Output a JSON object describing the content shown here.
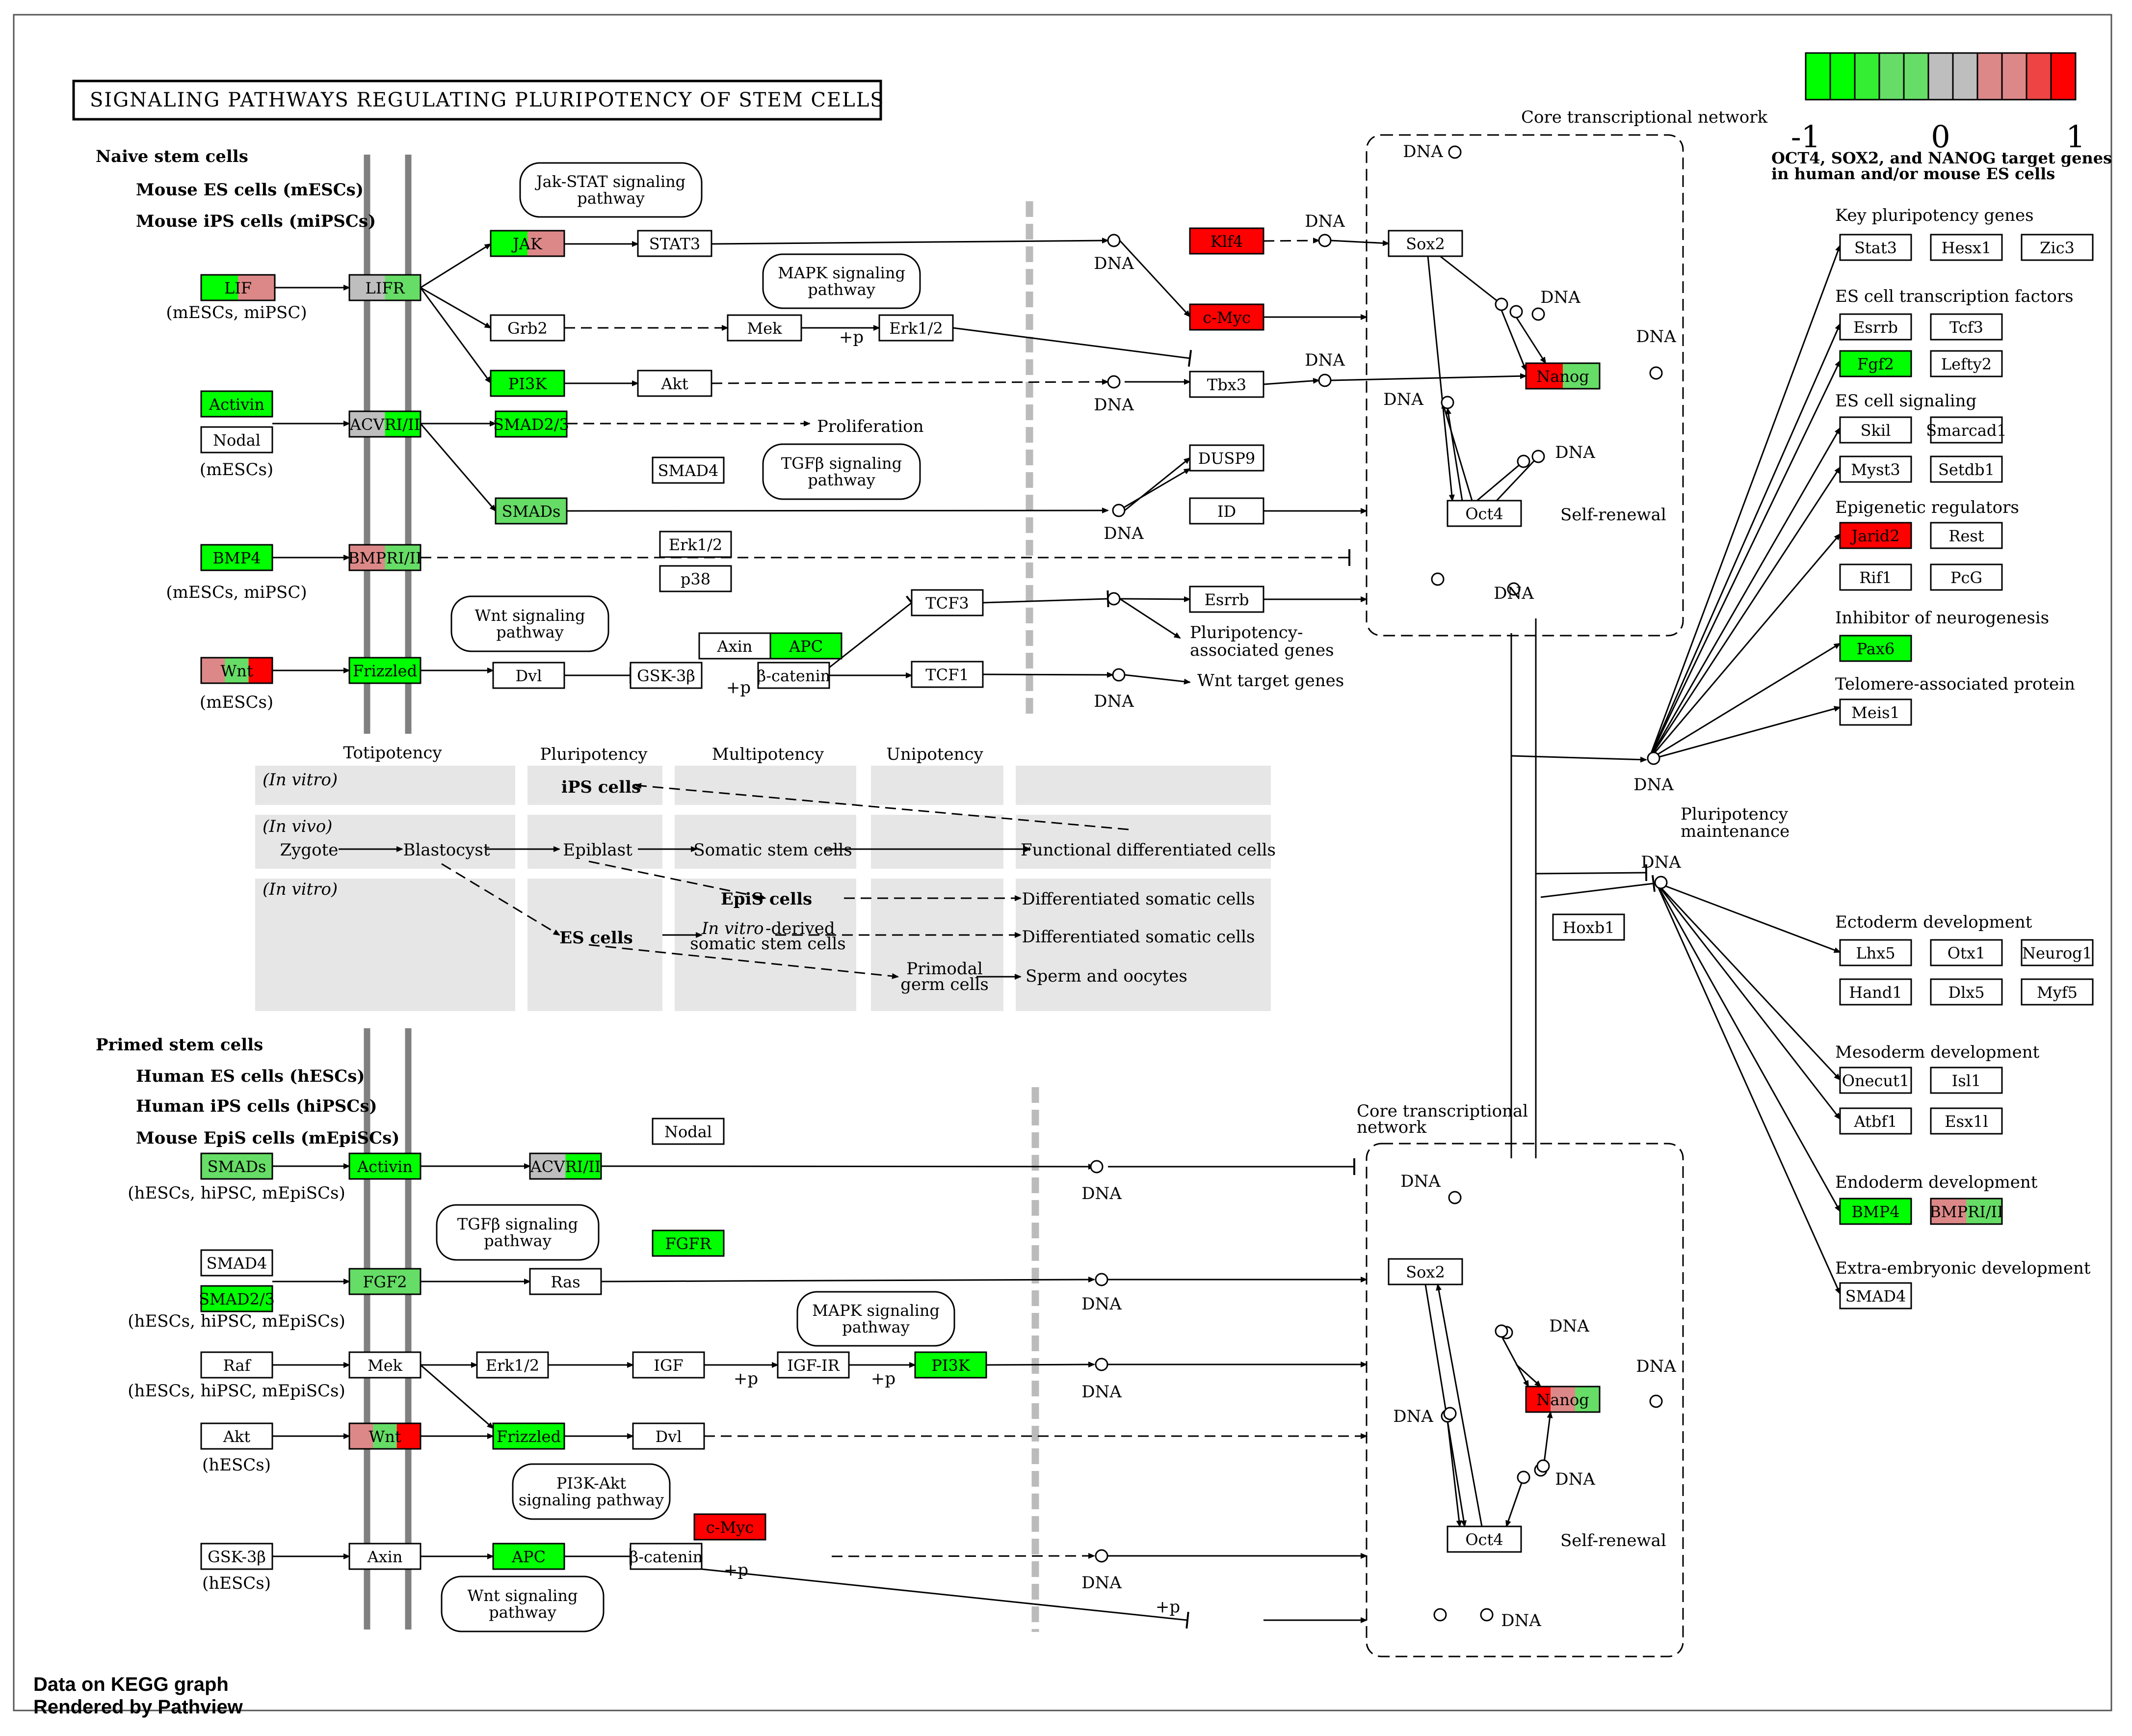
{
  "colors": {
    "c_neg1": "#00ff00",
    "c_neg2": "#33ee33",
    "c_neg3": "#66dd66",
    "c_mid": "#bebebe",
    "c_pos1": "#dd8888",
    "c_pos2": "#ee4444",
    "c_pos3": "#ff0000",
    "white": "#ffffff",
    "membrane": "#808080",
    "bg_panel": "#e6e6e6"
  },
  "title": "SIGNALING PATHWAYS REGULATING PLURIPOTENCY OF STEM CELLS",
  "legend": {
    "ticks": [
      "-1",
      "0",
      "1"
    ],
    "note": [
      "OCT4, SOX2, and NANOG target genes",
      "in human and/or mouse ES cells"
    ]
  },
  "footer": [
    "Data on KEGG graph",
    "Rendered by Pathview"
  ],
  "labels": [
    {
      "t": "Naive stem cells",
      "b": 1
    },
    {
      "t": "Mouse ES cells (mESCs)",
      "b": 1
    },
    {
      "t": "Mouse iPS cells (miPSCs)",
      "b": 1
    },
    {
      "t": "Primed stem cells",
      "b": 1
    },
    {
      "t": "Human ES cells (hESCs)",
      "b": 1
    },
    {
      "t": "Human iPS cells (hiPSCs)",
      "b": 1
    },
    {
      "t": "Mouse EpiS cells (mEpiSCs)",
      "b": 1
    },
    {
      "t": "(mESCs, miPSC)"
    },
    {
      "t": "(mESCs)"
    },
    {
      "t": "(mESCs, miPSC)"
    },
    {
      "t": "(mESCs)"
    },
    {
      "t": "(hESCs, hiPSC, mEpiSCs)"
    },
    {
      "t": "(hESCs, hiPSC, mEpiSCs)"
    },
    {
      "t": "(hESCs, hiPSC, mEpiSCs)"
    },
    {
      "t": "(hESCs)"
    },
    {
      "t": "(hESCs)"
    },
    {
      "t": "Proliferation"
    },
    {
      "t": "Core transcriptional network"
    },
    {
      "t": "Core transcriptional"
    },
    {
      "t": "network"
    },
    {
      "t": "Self-renewal"
    },
    {
      "t": "Self-renewal"
    },
    {
      "t": "Pluripotency-"
    },
    {
      "t": "associated genes"
    },
    {
      "t": "Wnt target genes"
    },
    {
      "t": "Pluripotency"
    },
    {
      "t": "maintenance"
    },
    {
      "t": "Key pluripotency genes"
    },
    {
      "t": "ES cell transcription factors"
    },
    {
      "t": "ES cell signaling"
    },
    {
      "t": "Epigenetic regulators"
    },
    {
      "t": "Inhibitor of neurogenesis"
    },
    {
      "t": "Telomere-associated protein"
    },
    {
      "t": "Ectoderm development"
    },
    {
      "t": "Mesoderm development"
    },
    {
      "t": "Endoderm development"
    },
    {
      "t": "Extra-embryonic development"
    },
    {
      "t": "Totipotency"
    },
    {
      "t": "Pluripotency"
    },
    {
      "t": "Multipotency"
    },
    {
      "t": "Unipotency"
    },
    {
      "t": "(In vitro)",
      "i": 1
    },
    {
      "t": "(In vivo)",
      "i": 1
    },
    {
      "t": "(In vitro)",
      "i": 1
    },
    {
      "t": "iPS cells",
      "b": 1
    },
    {
      "t": "Zygote"
    },
    {
      "t": "Blastocyst"
    },
    {
      "t": "Epiblast"
    },
    {
      "t": "Somatic stem cells"
    },
    {
      "t": "Functional differentiated cells"
    },
    {
      "t": "EpiS cells",
      "b": 1
    },
    {
      "t": "Differentiated somatic cells"
    },
    {
      "t": "ES cells",
      "b": 1
    },
    {
      "t": "-derived"
    },
    {
      "t": "In vitro",
      "i": 1
    },
    {
      "t": "somatic stem cells"
    },
    {
      "t": "Differentiated somatic cells"
    },
    {
      "t": "Primodal"
    },
    {
      "t": "germ cells"
    },
    {
      "t": "Sperm and oocytes"
    },
    {
      "t": "DNA"
    },
    {
      "t": "DNA"
    },
    {
      "t": "DNA"
    },
    {
      "t": "DNA"
    },
    {
      "t": "DNA"
    },
    {
      "t": "DNA"
    },
    {
      "t": "DNA"
    },
    {
      "t": "DNA"
    },
    {
      "t": "DNA"
    },
    {
      "t": "DNA"
    },
    {
      "t": "DNA"
    },
    {
      "t": "DNA"
    },
    {
      "t": "DNA"
    },
    {
      "t": "DNA"
    },
    {
      "t": "DNA"
    },
    {
      "t": "DNA"
    },
    {
      "t": "DNA"
    },
    {
      "t": "DNA"
    },
    {
      "t": "DNA"
    },
    {
      "t": "DNA"
    },
    {
      "t": "DNA"
    },
    {
      "t": "DNA"
    },
    {
      "t": "DNA"
    },
    {
      "t": "DNA"
    },
    {
      "t": "+p"
    },
    {
      "t": "+p"
    },
    {
      "t": "+p"
    },
    {
      "t": "+p"
    },
    {
      "t": "+p"
    },
    {
      "t": "+p"
    }
  ],
  "pathways": [
    [
      "Jak-STAT signaling",
      "pathway"
    ],
    [
      "MAPK signaling",
      "pathway"
    ],
    [
      "TGFβ signaling",
      "pathway"
    ],
    [
      "Wnt signaling",
      "pathway"
    ],
    [
      "TGFβ signaling",
      "pathway"
    ],
    [
      "MAPK signaling",
      "pathway"
    ],
    [
      "PI3K-Akt",
      "signaling pathway"
    ],
    [
      "Wnt signaling",
      "pathway"
    ]
  ],
  "genes": [
    {
      "t": "LIF",
      "f": [
        "c_neg1",
        "c_pos1"
      ]
    },
    {
      "t": "LIFR",
      "f": [
        "c_mid",
        "c_neg3"
      ]
    },
    {
      "t": "JAK",
      "f": [
        "c_neg1",
        "c_pos1"
      ]
    },
    {
      "t": "STAT3",
      "f": [
        "white"
      ]
    },
    {
      "t": "Grb2",
      "f": [
        "white"
      ]
    },
    {
      "t": "Mek",
      "f": [
        "white"
      ]
    },
    {
      "t": "Erk1/2",
      "f": [
        "white"
      ]
    },
    {
      "t": "PI3K",
      "f": [
        "c_neg1"
      ]
    },
    {
      "t": "Akt",
      "f": [
        "white"
      ]
    },
    {
      "t": "Activin",
      "f": [
        "c_neg1"
      ]
    },
    {
      "t": "Nodal",
      "f": [
        "white"
      ]
    },
    {
      "t": "ACVRI/II",
      "f": [
        "c_mid",
        "c_neg1"
      ]
    },
    {
      "t": "SMAD2/3",
      "f": [
        "c_neg1"
      ]
    },
    {
      "t": "SMAD4",
      "f": [
        "white"
      ]
    },
    {
      "t": "SMADs",
      "f": [
        "c_neg3"
      ]
    },
    {
      "t": "BMP4",
      "f": [
        "c_neg1"
      ]
    },
    {
      "t": "BMPRI/II",
      "f": [
        "c_pos1",
        "c_neg3"
      ]
    },
    {
      "t": "Erk1/2",
      "f": [
        "white"
      ]
    },
    {
      "t": "p38",
      "f": [
        "white"
      ]
    },
    {
      "t": "Wnt",
      "f": [
        "c_pos1",
        "c_neg3",
        "c_pos3"
      ]
    },
    {
      "t": "Frizzled",
      "f": [
        "c_neg1"
      ]
    },
    {
      "t": "Dvl",
      "f": [
        "white"
      ]
    },
    {
      "t": "GSK-3β",
      "f": [
        "white"
      ]
    },
    {
      "t": "Axin",
      "f": [
        "white"
      ]
    },
    {
      "t": "APC",
      "f": [
        "c_neg1"
      ]
    },
    {
      "t": "β-catenin",
      "f": [
        "white"
      ]
    },
    {
      "t": "TCF3",
      "f": [
        "white"
      ]
    },
    {
      "t": "TCF1",
      "f": [
        "white"
      ]
    },
    {
      "t": "Klf4",
      "f": [
        "c_pos3"
      ]
    },
    {
      "t": "c-Myc",
      "f": [
        "c_pos3"
      ]
    },
    {
      "t": "Tbx3",
      "f": [
        "white"
      ]
    },
    {
      "t": "DUSP9",
      "f": [
        "white"
      ]
    },
    {
      "t": "ID",
      "f": [
        "white"
      ]
    },
    {
      "t": "Esrrb",
      "f": [
        "white"
      ]
    },
    {
      "t": "Sox2",
      "f": [
        "white"
      ]
    },
    {
      "t": "Nanog",
      "f": [
        "c_pos3",
        "c_neg3"
      ]
    },
    {
      "t": "Oct4",
      "f": [
        "white"
      ]
    },
    {
      "t": "Oct4",
      "f": [
        "white"
      ]
    },
    {
      "t": "Sox2",
      "f": [
        "white"
      ]
    },
    {
      "t": "Nanog",
      "f": [
        "c_pos3",
        "c_pos1",
        "c_neg3"
      ]
    },
    {
      "t": "Stat3",
      "f": [
        "white"
      ]
    },
    {
      "t": "Hesx1",
      "f": [
        "white"
      ]
    },
    {
      "t": "Zic3",
      "f": [
        "white"
      ]
    },
    {
      "t": "Esrrb",
      "f": [
        "white"
      ]
    },
    {
      "t": "Tcf3",
      "f": [
        "white"
      ]
    },
    {
      "t": "Fgf2",
      "f": [
        "c_neg1"
      ]
    },
    {
      "t": "Lefty2",
      "f": [
        "white"
      ]
    },
    {
      "t": "Skil",
      "f": [
        "white"
      ]
    },
    {
      "t": "Smarcad1",
      "f": [
        "white"
      ]
    },
    {
      "t": "Myst3",
      "f": [
        "white"
      ]
    },
    {
      "t": "Setdb1",
      "f": [
        "white"
      ]
    },
    {
      "t": "Jarid2",
      "f": [
        "c_pos3"
      ]
    },
    {
      "t": "Rest",
      "f": [
        "white"
      ]
    },
    {
      "t": "Rif1",
      "f": [
        "white"
      ]
    },
    {
      "t": "PcG",
      "f": [
        "white"
      ]
    },
    {
      "t": "Pax6",
      "f": [
        "c_neg1"
      ]
    },
    {
      "t": "Meis1",
      "f": [
        "white"
      ]
    },
    {
      "t": "Hoxb1",
      "f": [
        "white"
      ]
    },
    {
      "t": "Lhx5",
      "f": [
        "white"
      ]
    },
    {
      "t": "Otx1",
      "f": [
        "white"
      ]
    },
    {
      "t": "Neurog1",
      "f": [
        "white"
      ]
    },
    {
      "t": "Hand1",
      "f": [
        "white"
      ]
    },
    {
      "t": "Dlx5",
      "f": [
        "white"
      ]
    },
    {
      "t": "Myf5",
      "f": [
        "white"
      ]
    },
    {
      "t": "Onecut1",
      "f": [
        "white"
      ]
    },
    {
      "t": "Isl1",
      "f": [
        "white"
      ]
    },
    {
      "t": "Atbf1",
      "f": [
        "white"
      ]
    },
    {
      "t": "Esx1l",
      "f": [
        "white"
      ]
    },
    {
      "t": "BMP4",
      "f": [
        "c_neg1"
      ]
    },
    {
      "t": "BMPRI/II",
      "f": [
        "c_pos1",
        "c_neg3"
      ]
    },
    {
      "t": "SMAD4",
      "f": [
        "white"
      ]
    },
    {
      "t": "SMADs",
      "f": [
        "c_neg3"
      ]
    },
    {
      "t": "Activin",
      "f": [
        "c_neg1"
      ]
    },
    {
      "t": "Nodal",
      "f": [
        "white"
      ]
    },
    {
      "t": "ACVRI/II",
      "f": [
        "c_mid",
        "c_neg1"
      ]
    },
    {
      "t": "SMAD4",
      "f": [
        "white"
      ]
    },
    {
      "t": "SMAD2/3",
      "f": [
        "c_neg1"
      ]
    },
    {
      "t": "FGF2",
      "f": [
        "c_neg3"
      ]
    },
    {
      "t": "FGFR",
      "f": [
        "c_neg1"
      ]
    },
    {
      "t": "Ras",
      "f": [
        "white"
      ]
    },
    {
      "t": "Raf",
      "f": [
        "white"
      ]
    },
    {
      "t": "Mek",
      "f": [
        "white"
      ]
    },
    {
      "t": "Erk1/2",
      "f": [
        "white"
      ]
    },
    {
      "t": "IGF",
      "f": [
        "white"
      ]
    },
    {
      "t": "IGF-IR",
      "f": [
        "white"
      ]
    },
    {
      "t": "PI3K",
      "f": [
        "c_neg1"
      ]
    },
    {
      "t": "Akt",
      "f": [
        "white"
      ]
    },
    {
      "t": "Wnt",
      "f": [
        "c_pos1",
        "c_neg3",
        "c_pos3"
      ]
    },
    {
      "t": "Frizzled",
      "f": [
        "c_neg1"
      ]
    },
    {
      "t": "Dvl",
      "f": [
        "white"
      ]
    },
    {
      "t": "GSK-3β",
      "f": [
        "white"
      ]
    },
    {
      "t": "Axin",
      "f": [
        "white"
      ]
    },
    {
      "t": "APC",
      "f": [
        "c_neg1"
      ]
    },
    {
      "t": "β-catenin",
      "f": [
        "white"
      ]
    },
    {
      "t": "c-Myc",
      "f": [
        "c_pos3"
      ]
    }
  ]
}
